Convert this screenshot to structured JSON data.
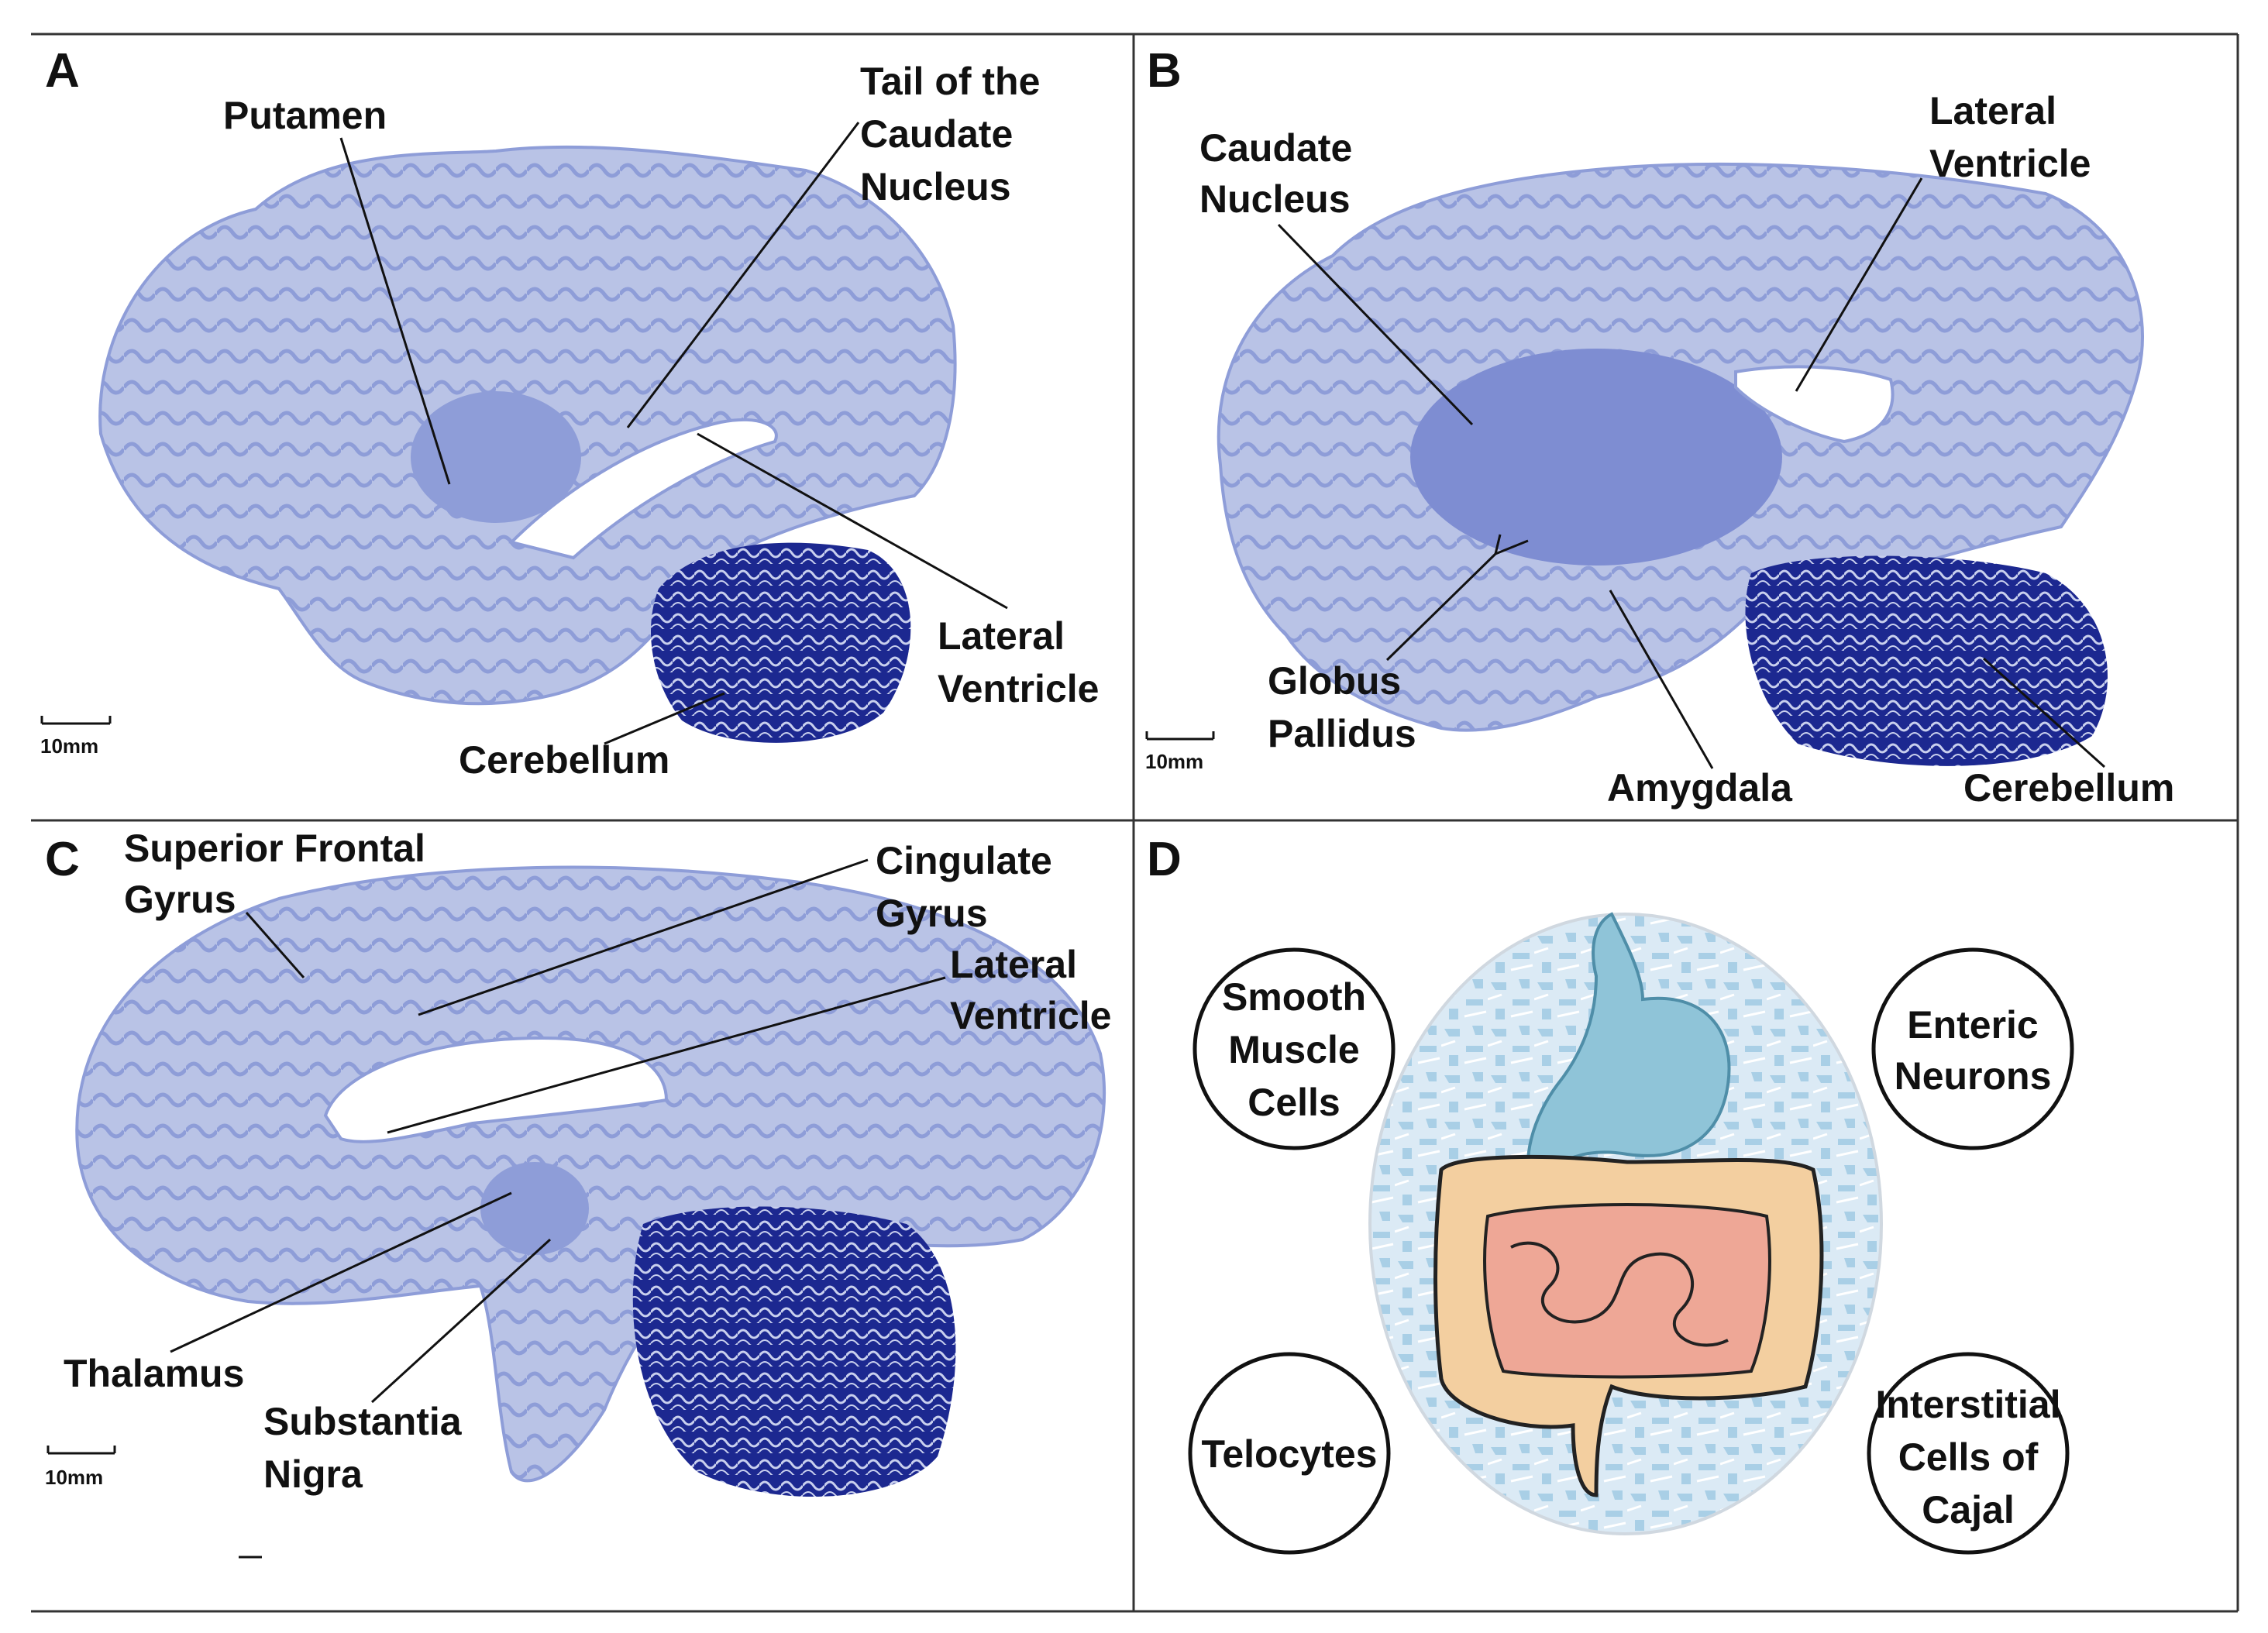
{
  "panels": {
    "A": {
      "letter": "A",
      "labels": {
        "putamen": "Putamen",
        "tail_caudate": [
          "Tail of the",
          "Caudate",
          "Nucleus"
        ],
        "lateral_ventricle": [
          "Lateral",
          "Ventricle"
        ],
        "cerebellum": "Cerebellum"
      },
      "scale_bar": "10mm"
    },
    "B": {
      "letter": "B",
      "labels": {
        "caudate": [
          "Caudate",
          "Nucleus"
        ],
        "lateral_ventricle": [
          "Lateral",
          "Ventricle"
        ],
        "globus_pallidus": [
          "Globus",
          "Pallidus"
        ],
        "amygdala": "Amygdala",
        "cerebellum": "Cerebellum"
      },
      "scale_bar": "10mm"
    },
    "C": {
      "letter": "C",
      "labels": {
        "superior_frontal": [
          "Superior Frontal",
          "Gyrus"
        ],
        "cingulate": [
          "Cingulate",
          "Gyrus"
        ],
        "lateral_ventricle": [
          "Lateral",
          "Ventricle"
        ],
        "thalamus": "Thalamus",
        "substantia_nigra": [
          "Substantia",
          "Nigra"
        ]
      },
      "scale_bar": "10mm"
    },
    "D": {
      "letter": "D",
      "cells": {
        "smooth_muscle": [
          "Smooth",
          "Muscle",
          "Cells"
        ],
        "enteric": [
          "Enteric",
          "Neurons"
        ],
        "telocytes": [
          "Telocytes"
        ],
        "icc": [
          "Interstitial",
          "Cells of",
          "Cajal"
        ]
      }
    }
  },
  "colors": {
    "tissue_pale": "#b9c3e6",
    "tissue_mid": "#8e9dd8",
    "tissue_dark": "#2c3aa0",
    "cerebellum_dark": "#1c2890",
    "stomach": "#8fc4d8",
    "colon": "#f3cfa0",
    "small_intestine": "#eea796",
    "background_blue": "#c4def0"
  }
}
